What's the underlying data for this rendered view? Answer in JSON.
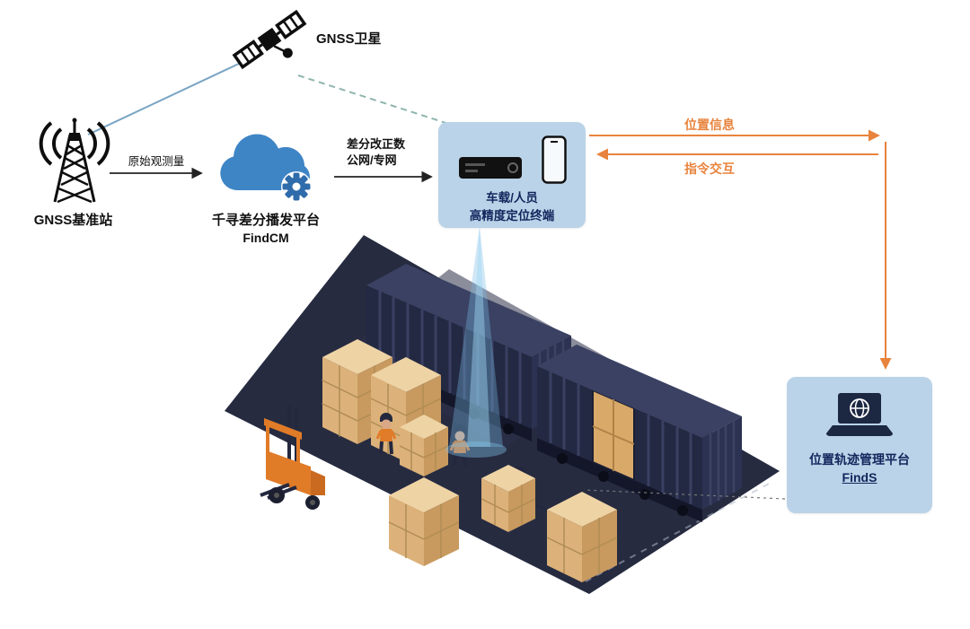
{
  "nodes": {
    "satellite": {
      "label": "GNSS卫星"
    },
    "base_station": {
      "label": "GNSS基准站"
    },
    "cloud_platform": {
      "name": "千寻差分播发平台",
      "product": "FindCM"
    },
    "terminal": {
      "line1": "车载/人员",
      "line2": "高精度定位终端"
    },
    "management_platform": {
      "name": "位置轨迹管理平台",
      "product": "FindS"
    }
  },
  "links": {
    "raw_observation": {
      "label": "原始观测量"
    },
    "diff_correction": {
      "line1": "差分改正数",
      "line2": "公网/专网"
    },
    "position_info": {
      "label": "位置信息"
    },
    "command_interaction": {
      "label": "指令交互"
    }
  },
  "colors": {
    "orange": "#e8833d",
    "panel_blue": "#bad3e8",
    "cloud_blue": "#3e85c6",
    "navy_floor": "#262b40",
    "container_navy": "#232942",
    "box_tan": "#dcb27a",
    "link_steel": "#7aa5c4",
    "link_teal": "#8fb5ae"
  }
}
